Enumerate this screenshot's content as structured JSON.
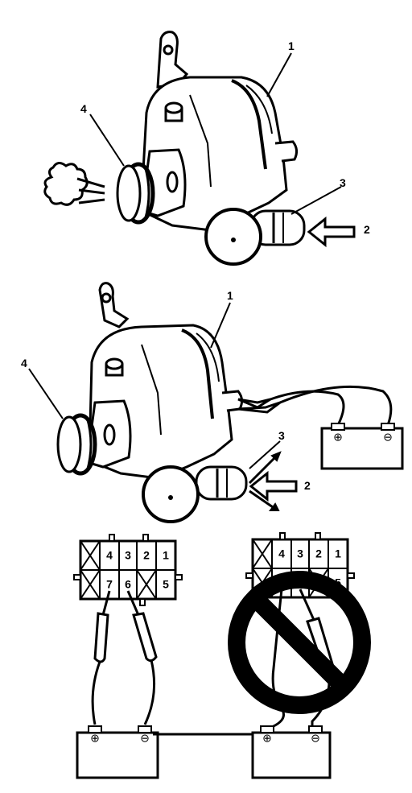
{
  "figure": {
    "callouts": {
      "c1": "1",
      "c2": "2",
      "c3": "3",
      "c4": "4"
    },
    "connector_pins": {
      "top_row": [
        "4",
        "3",
        "2",
        "1"
      ],
      "bottom_row": [
        "7",
        "6",
        "5"
      ]
    },
    "battery_terminals": {
      "positive": "⊕",
      "negative": "⊖"
    }
  }
}
